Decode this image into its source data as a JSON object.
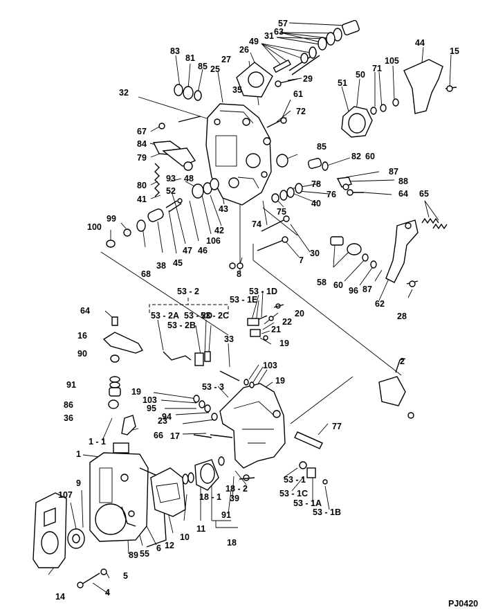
{
  "drawing_code": "PJ0420",
  "callouts": [
    "57",
    "63",
    "31",
    "49",
    "83",
    "81",
    "85",
    "26",
    "27",
    "25",
    "29",
    "35",
    "32",
    "61",
    "72",
    "44",
    "15",
    "105",
    "71",
    "50",
    "51",
    "67",
    "84",
    "79",
    "85",
    "82",
    "60",
    "87",
    "88",
    "64",
    "80",
    "41",
    "93",
    "48",
    "52",
    "43",
    "78",
    "76",
    "40",
    "75",
    "65",
    "100",
    "99",
    "106",
    "47",
    "46",
    "45",
    "38",
    "68",
    "42",
    "74",
    "30",
    "7",
    "58",
    "60",
    "96",
    "87",
    "62",
    "8",
    "28",
    "53 - 2",
    "53 - 1D",
    "53 - 1E",
    "64",
    "20",
    "53 - 2A",
    "53 - 2D",
    "53 - 2C",
    "22",
    "53 - 2B",
    "21",
    "19",
    "16",
    "33",
    "90",
    "2",
    "103",
    "91",
    "86",
    "19",
    "53 - 3",
    "19",
    "103",
    "36",
    "95",
    "94",
    "23",
    "17",
    "66",
    "77",
    "1 - 1",
    "1",
    "53 - 1",
    "53 - 1C",
    "53 - 1A",
    "53 - 1B",
    "9",
    "107",
    "18 - 1",
    "18 - 2",
    "39",
    "91",
    "10",
    "11",
    "12",
    "55",
    "89",
    "6",
    "18",
    "14",
    "5",
    "4"
  ]
}
